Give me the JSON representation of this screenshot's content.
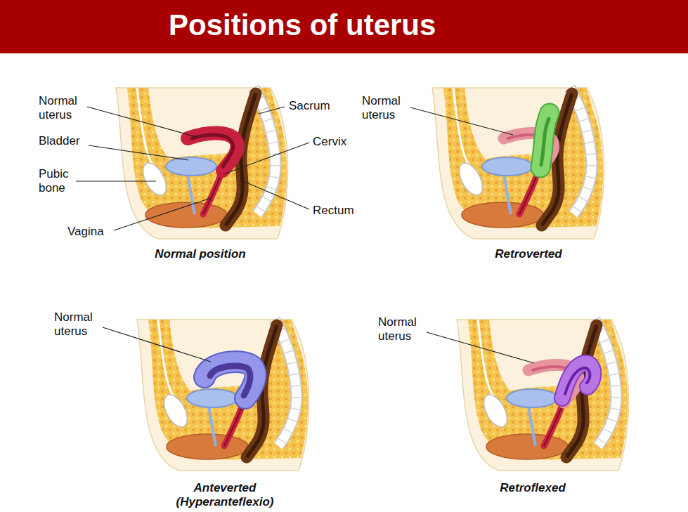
{
  "diagram": {
    "title": "Positions of uterus",
    "labels": [
      "Normal uterus",
      "Sacrum",
      "Bladder",
      "Cervix",
      "Pubic bone",
      "Rectum",
      "Vagina",
      "Normal position",
      "Normal uterus",
      "Retroverted",
      "Normal uterus",
      "Anteverted (Hyperanteflexio)",
      "Normal uterus",
      "Retroflexed"
    ]
  }
}
